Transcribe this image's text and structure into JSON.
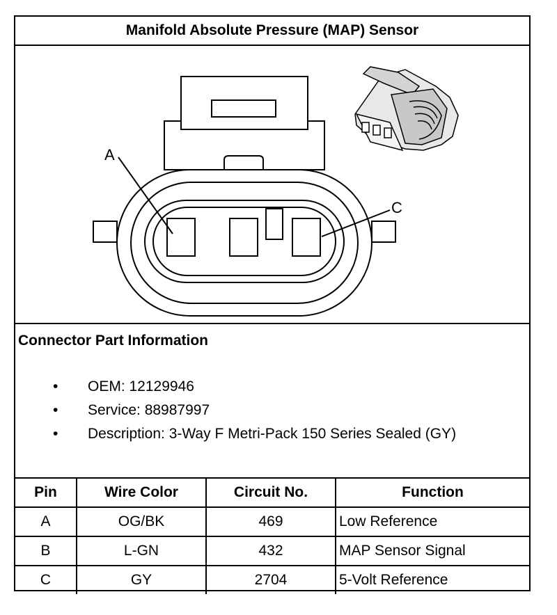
{
  "title": "Manifold Absolute Pressure (MAP) Sensor",
  "diagram": {
    "pin_label_a": "A",
    "pin_label_c": "C"
  },
  "connector_info": {
    "heading": "Connector Part Information",
    "bullet_glyph": "•",
    "items": [
      {
        "label": "OEM: 12129946"
      },
      {
        "label": "Service: 88987997"
      },
      {
        "label": "Description: 3-Way F Metri-Pack 150 Series Sealed (GY)"
      }
    ]
  },
  "pin_table": {
    "headers": [
      "Pin",
      "Wire Color",
      "Circuit No.",
      "Function"
    ],
    "rows": [
      {
        "pin": "A",
        "wire_color": "OG/BK",
        "circuit": "469",
        "function": "Low Reference"
      },
      {
        "pin": "B",
        "wire_color": "L-GN",
        "circuit": "432",
        "function": "MAP Sensor Signal"
      },
      {
        "pin": "C",
        "wire_color": "GY",
        "circuit": "2704",
        "function": "5-Volt Reference"
      }
    ]
  }
}
